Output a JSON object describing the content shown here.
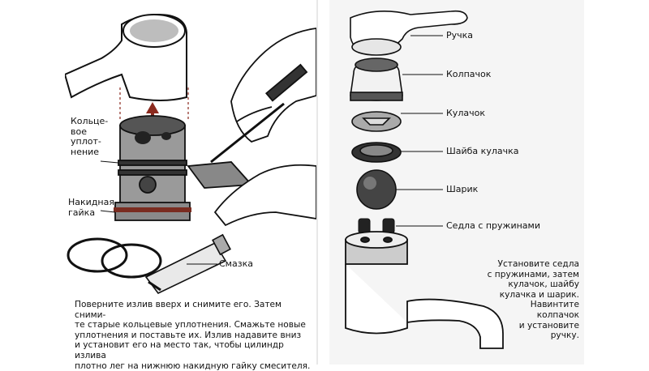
{
  "colors": {
    "ink": "#111111",
    "gray_bg": "#f5f5f5",
    "accent": "#8b2a1e",
    "seal": "#7a2c20"
  },
  "left": {
    "labels": {
      "ring_seal": [
        "Кольце-",
        "вое",
        "уплот-",
        "нение"
      ],
      "nut": [
        "Накидная",
        "гайка"
      ],
      "grease": "Смазка"
    },
    "caption": [
      "Поверните излив вверх и снимите его. Затем сними-",
      "те старые кольцевые уплотнения. Смажьте новые",
      "уплотнения и поставьте их. Излив надавите вниз",
      "и установит его на место так, чтобы цилиндр излива",
      "плотно лег на нижнюю накидную гайку смесителя."
    ]
  },
  "right": {
    "labels": {
      "handle": "Ручка",
      "cap": "Колпачок",
      "cam": "Кулачок",
      "cam_washer": "Шайба кулачка",
      "ball": "Шарик",
      "seats": "Седла с пружинами"
    },
    "caption": [
      "Установите седла",
      "с пружинами, затем",
      "кулачок, шайбу",
      "кулачка и шарик.",
      "Навинтите",
      "колпачок",
      "и установите",
      "ручку."
    ]
  }
}
